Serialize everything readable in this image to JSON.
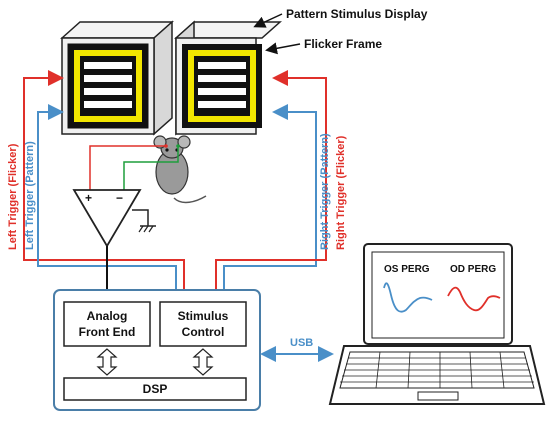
{
  "labels": {
    "pattern_stimulus_display": "Pattern Stimulus Display",
    "flicker_frame": "Flicker Frame",
    "left_trigger_flicker": "Left Trigger (Flicker)",
    "left_trigger_pattern": "Left Trigger (Pattern)",
    "right_trigger_pattern": "Right Trigger (Pattern)",
    "right_trigger_flicker": "Right Trigger (Flicker)",
    "analog_front_end_line1": "Analog",
    "analog_front_end_line2": "Front End",
    "stimulus_control_line1": "Stimulus",
    "stimulus_control_line2": "Control",
    "dsp": "DSP",
    "usb": "USB",
    "os_perg": "OS PERG",
    "od_perg": "OD PERG",
    "amp_plus": "+",
    "amp_minus": "−"
  },
  "colors": {
    "flicker_trigger": "#e0302a",
    "pattern_trigger": "#4a8fc8",
    "flicker_frame": "#f2e600",
    "os_trace": "#4a8fc8",
    "od_trace": "#e0302a",
    "mouse": "#9a9a9a",
    "electrode_green": "#1e9e3c"
  },
  "icons": {
    "mouse": "mouse-icon",
    "amplifier": "amplifier-triangle-icon",
    "laptop": "laptop-icon",
    "ground": "ground-icon"
  }
}
